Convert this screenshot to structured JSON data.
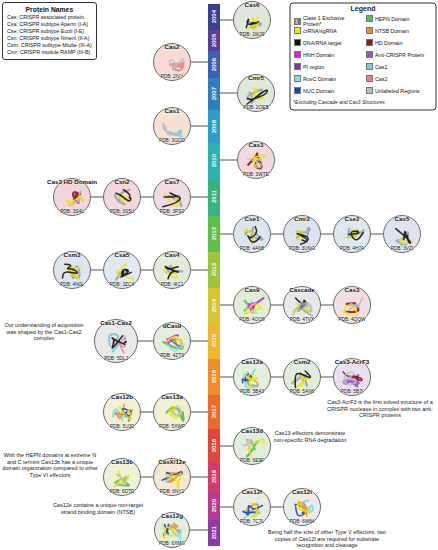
{
  "diagram": {
    "nodes": [
      {
        "text": [
          "Protein Names",
          "Cas: CRISPR associated protein",
          "Csa: CRISPR subtype Aperm (I-A)",
          "Cse: CRISPR subtype Ecoli (I-E)",
          "Csn: CRISPR subtype Nmeni (II-A)",
          "Csm: CRISPR subtype Mtube (III-A)",
          "Cmr: CRISPR module RAMP (III-B)"
        ]
      },
      {
        "text": [
          "2004"
        ]
      },
      {
        "text": [
          "Cas6",
          "PDB: 1WJ9"
        ]
      },
      {
        "text": [
          "2005"
        ]
      },
      {
        "text": [
          "Cas2",
          "PDB: 2IVY"
        ]
      },
      {
        "text": [
          "2006"
        ]
      },
      {
        "text": [
          "2007"
        ]
      },
      {
        "text": [
          "Cmr5",
          "PDB: 2OEB"
        ]
      },
      {
        "text": [
          "Cas1",
          "PDB: 3GOD"
        ]
      },
      {
        "text": [
          "2008"
        ]
      },
      {
        "text": [
          "2010"
        ]
      },
      {
        "text": [
          "Cas3",
          "PDB: 3WTE"
        ]
      },
      {
        "text": [
          "Cas3 HD Domain",
          "PDB: 3S4L"
        ]
      },
      {
        "text": [
          "Csn2",
          "PDB: 3S5U"
        ]
      },
      {
        "text": [
          "Cas7",
          "PDB: 3PS0"
        ]
      },
      {
        "text": [
          "2011"
        ]
      },
      {
        "text": [
          "2012"
        ]
      },
      {
        "text": [
          "Cse1",
          "PDB: 4AN8"
        ]
      },
      {
        "text": [
          "Cmr2",
          "PDB: 3UNG"
        ]
      },
      {
        "text": [
          "Cse2",
          "PDB: 4H7A"
        ]
      },
      {
        "text": [
          "Cas5",
          "PDB: 3VZI"
        ]
      },
      {
        "text": [
          "Csm3",
          "PDB: 4N0L"
        ]
      },
      {
        "text": [
          "Csa5",
          "PDB: 3ZC4"
        ]
      },
      {
        "text": [
          "Cas4",
          "PDB: 4IC1"
        ]
      },
      {
        "text": [
          "2013"
        ]
      },
      {
        "text": [
          "2014"
        ]
      },
      {
        "text": [
          "Cas9",
          "PDB: 4OO8"
        ]
      },
      {
        "text": [
          "Cascade",
          "PDB: 4TVX"
        ]
      },
      {
        "text": [
          "Cas3",
          "PDB: 4QQW"
        ]
      },
      {
        "text": [
          "Cas1-Cas2",
          "PDB: 5DLJ"
        ]
      },
      {
        "text": [
          "dCas9",
          "PDB: 4ZT9"
        ]
      },
      {
        "text": [
          "2015"
        ]
      },
      {
        "text": [
          "2016"
        ]
      },
      {
        "text": [
          "Cas12a",
          "PDB: 5B43"
        ]
      },
      {
        "text": [
          "Csm2",
          "PDB: 5AN6"
        ]
      },
      {
        "text": [
          "Cas3-AcrF3",
          "PDB: 5B7I"
        ]
      },
      {
        "text": [
          "Cas12b",
          "PDB: 5U30"
        ]
      },
      {
        "text": [
          "Cas13a",
          "PDB: 5XWP"
        ]
      },
      {
        "text": [
          "2017"
        ]
      },
      {
        "text": [
          "2018"
        ]
      },
      {
        "text": [
          "Cas13d",
          "PDB: 6E9F"
        ]
      },
      {
        "text": [
          "Cas13b",
          "PDB: 6DTD"
        ]
      },
      {
        "text": [
          "CasX/12e",
          "PDB: 6NY1"
        ]
      },
      {
        "text": [
          "2019"
        ]
      },
      {
        "text": [
          "2020"
        ]
      },
      {
        "text": [
          "Cas12f",
          "PDB: 7C7L"
        ]
      },
      {
        "text": [
          "Cas12i",
          "PDB: 6W64"
        ]
      },
      {
        "text": [
          "Cas12g",
          "PDB: 6XMG"
        ]
      },
      {
        "text": [
          "2021"
        ]
      }
    ],
    "edges": [
      {
        "from": 1,
        "to": 2,
        "arrow": "none"
      },
      {
        "from": 5,
        "to": 4,
        "arrow": "none"
      },
      {
        "from": 6,
        "to": 7,
        "arrow": "none"
      },
      {
        "from": 9,
        "to": 8,
        "arrow": "none"
      },
      {
        "from": 10,
        "to": 11,
        "arrow": "none"
      },
      {
        "from": 15,
        "to": 14,
        "arrow": "none"
      },
      {
        "from": 14,
        "to": 13,
        "arrow": "none"
      },
      {
        "from": 13,
        "to": 12,
        "arrow": "none"
      },
      {
        "from": 16,
        "to": 17,
        "arrow": "none"
      },
      {
        "from": 17,
        "to": 18,
        "arrow": "none"
      },
      {
        "from": 18,
        "to": 19,
        "arrow": "none"
      },
      {
        "from": 19,
        "to": 20,
        "arrow": "none"
      },
      {
        "from": 24,
        "to": 23,
        "arrow": "none"
      },
      {
        "from": 23,
        "to": 22,
        "arrow": "none"
      },
      {
        "from": 22,
        "to": 21,
        "arrow": "none"
      },
      {
        "from": 25,
        "to": 26,
        "arrow": "none"
      },
      {
        "from": 26,
        "to": 27,
        "arrow": "none"
      },
      {
        "from": 27,
        "to": 28,
        "arrow": "none"
      },
      {
        "from": 31,
        "to": 30,
        "arrow": "none"
      },
      {
        "from": 30,
        "to": 29,
        "arrow": "none"
      },
      {
        "from": 32,
        "to": 33,
        "arrow": "none"
      },
      {
        "from": 33,
        "to": 34,
        "arrow": "none"
      },
      {
        "from": 34,
        "to": 35,
        "arrow": "none"
      },
      {
        "from": 38,
        "to": 37,
        "arrow": "none"
      },
      {
        "from": 37,
        "to": 36,
        "arrow": "none"
      },
      {
        "from": 39,
        "to": 40,
        "arrow": "none"
      },
      {
        "from": 43,
        "to": 42,
        "arrow": "none"
      },
      {
        "from": 42,
        "to": 41,
        "arrow": "none"
      },
      {
        "from": 44,
        "to": 45,
        "arrow": "none"
      },
      {
        "from": 45,
        "to": 46,
        "arrow": "none"
      },
      {
        "from": 48,
        "to": 47,
        "arrow": "none"
      }
    ],
    "labels": [
      "Legend",
      "*Excluding Cascade and Cas3 Structures",
      "Our understanding of acquisition was shaped by the Cas1-Cas2 complex",
      "Cas3-AcrF3 is the first solved structure of a CRISPR nuclease in complex with two anti-CRISPR proteins",
      "Cas13 effectors demonstrate non-specific RNA degradation",
      "With the HEPN domains at extreme N and C termini Cas13b has a unique domain organization compared to other Type VI effectors",
      "Cas12e contains a unique non-target strand binding domain (NTSB)",
      "Being half the size of other Type V effectors, two copies of Cas12f are required for substrate recognition and cleavage"
    ],
    "legend": [
      {
        "text": "Class 1 Exclusive Protein*"
      },
      {
        "text": "crRNA/sgRNA",
        "color": "#f2e600"
      },
      {
        "text": "DNA/RNA target",
        "color": "#111111"
      },
      {
        "text": "HNH Domain",
        "color": "#e619e6"
      },
      {
        "text": "PI region",
        "color": "#7b2fbe"
      },
      {
        "text": "RuvC Domain",
        "color": "#7fe0f0"
      },
      {
        "text": "NUC Domain",
        "color": "#1f3fbf"
      },
      {
        "text": "HEPN Domain",
        "color": "#4cc44c"
      },
      {
        "text": "NTSB Domain",
        "color": "#f28c1e"
      },
      {
        "text": "HD Domain",
        "color": "#8b1a1a"
      },
      {
        "text": "Anti-CRISPR Protein",
        "color": "#9a4fd6"
      },
      {
        "text": "Cas1",
        "color": "#7ec8e3"
      },
      {
        "text": "Cas2",
        "color": "#f08080"
      },
      {
        "text": "Unlabeled Regions",
        "color": "#bdbdbd"
      }
    ]
  }
}
